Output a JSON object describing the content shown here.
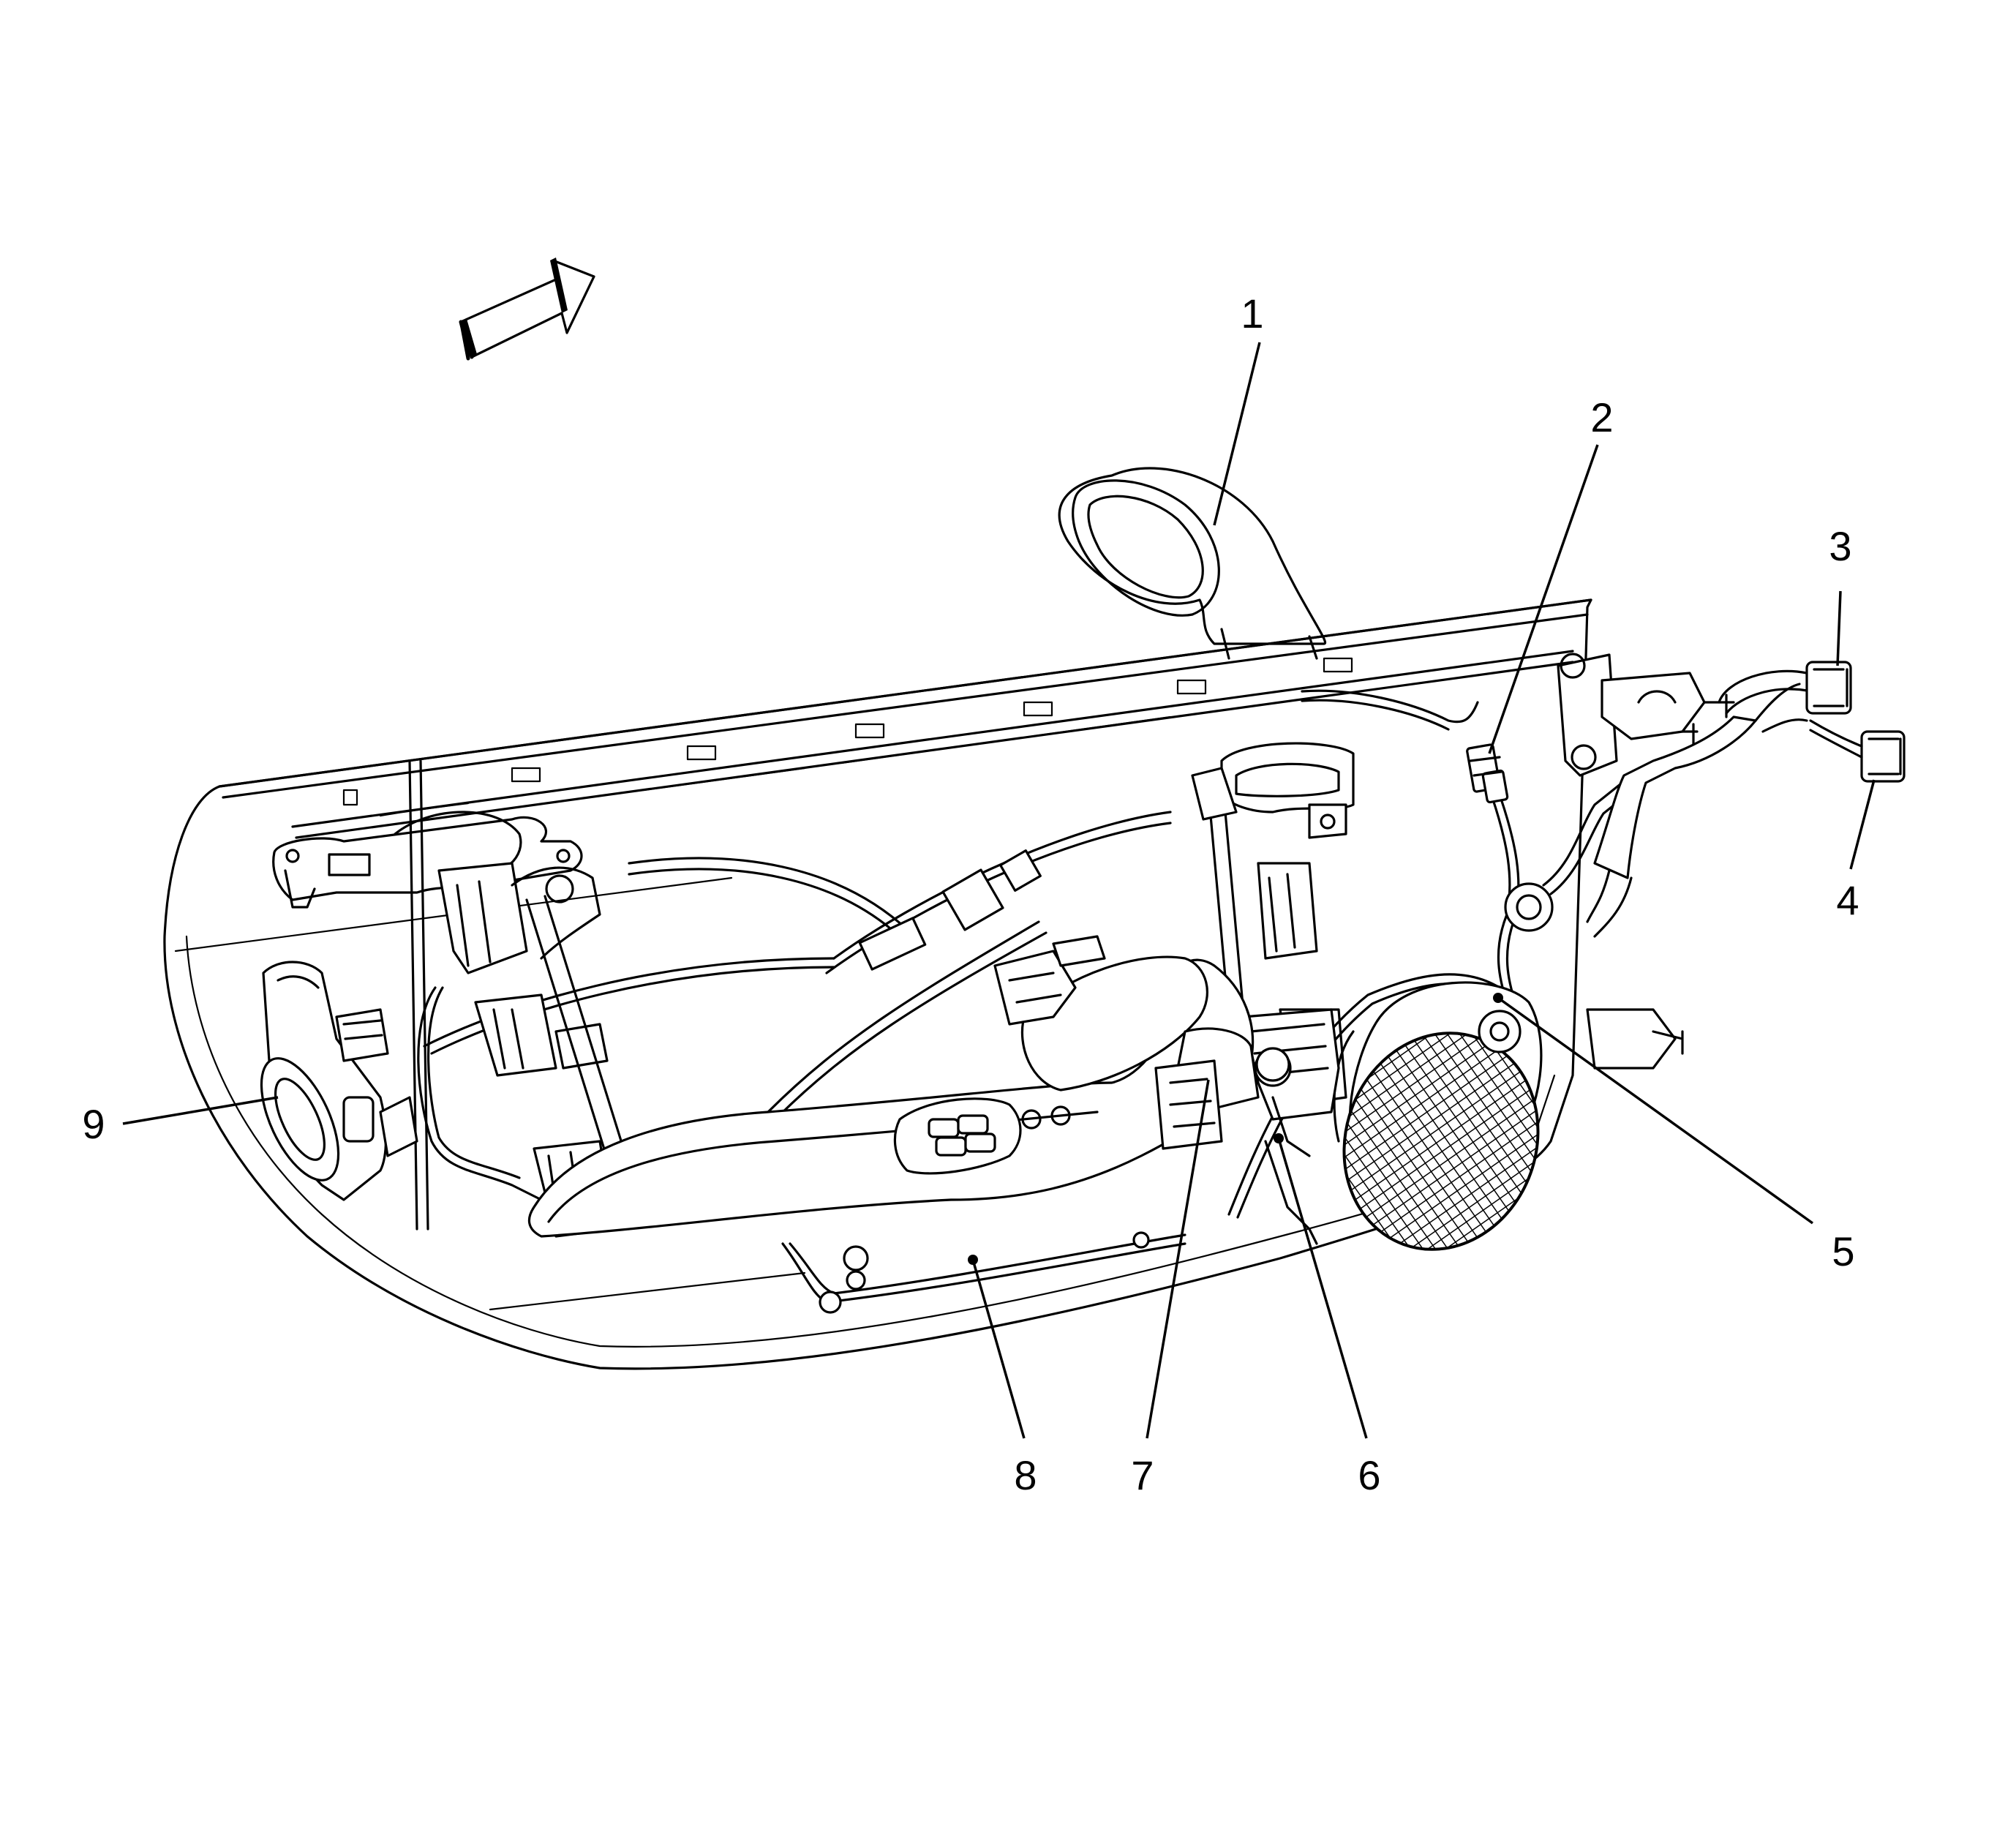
{
  "callouts": [
    {
      "id": "1",
      "label": "1"
    },
    {
      "id": "2",
      "label": "2"
    },
    {
      "id": "3",
      "label": "3"
    },
    {
      "id": "4",
      "label": "4"
    },
    {
      "id": "5",
      "label": "5"
    },
    {
      "id": "6",
      "label": "6"
    },
    {
      "id": "7",
      "label": "7"
    },
    {
      "id": "8",
      "label": "8"
    },
    {
      "id": "9",
      "label": "9"
    }
  ],
  "icons": {
    "direction_arrow": "forward-direction-arrow-icon"
  }
}
